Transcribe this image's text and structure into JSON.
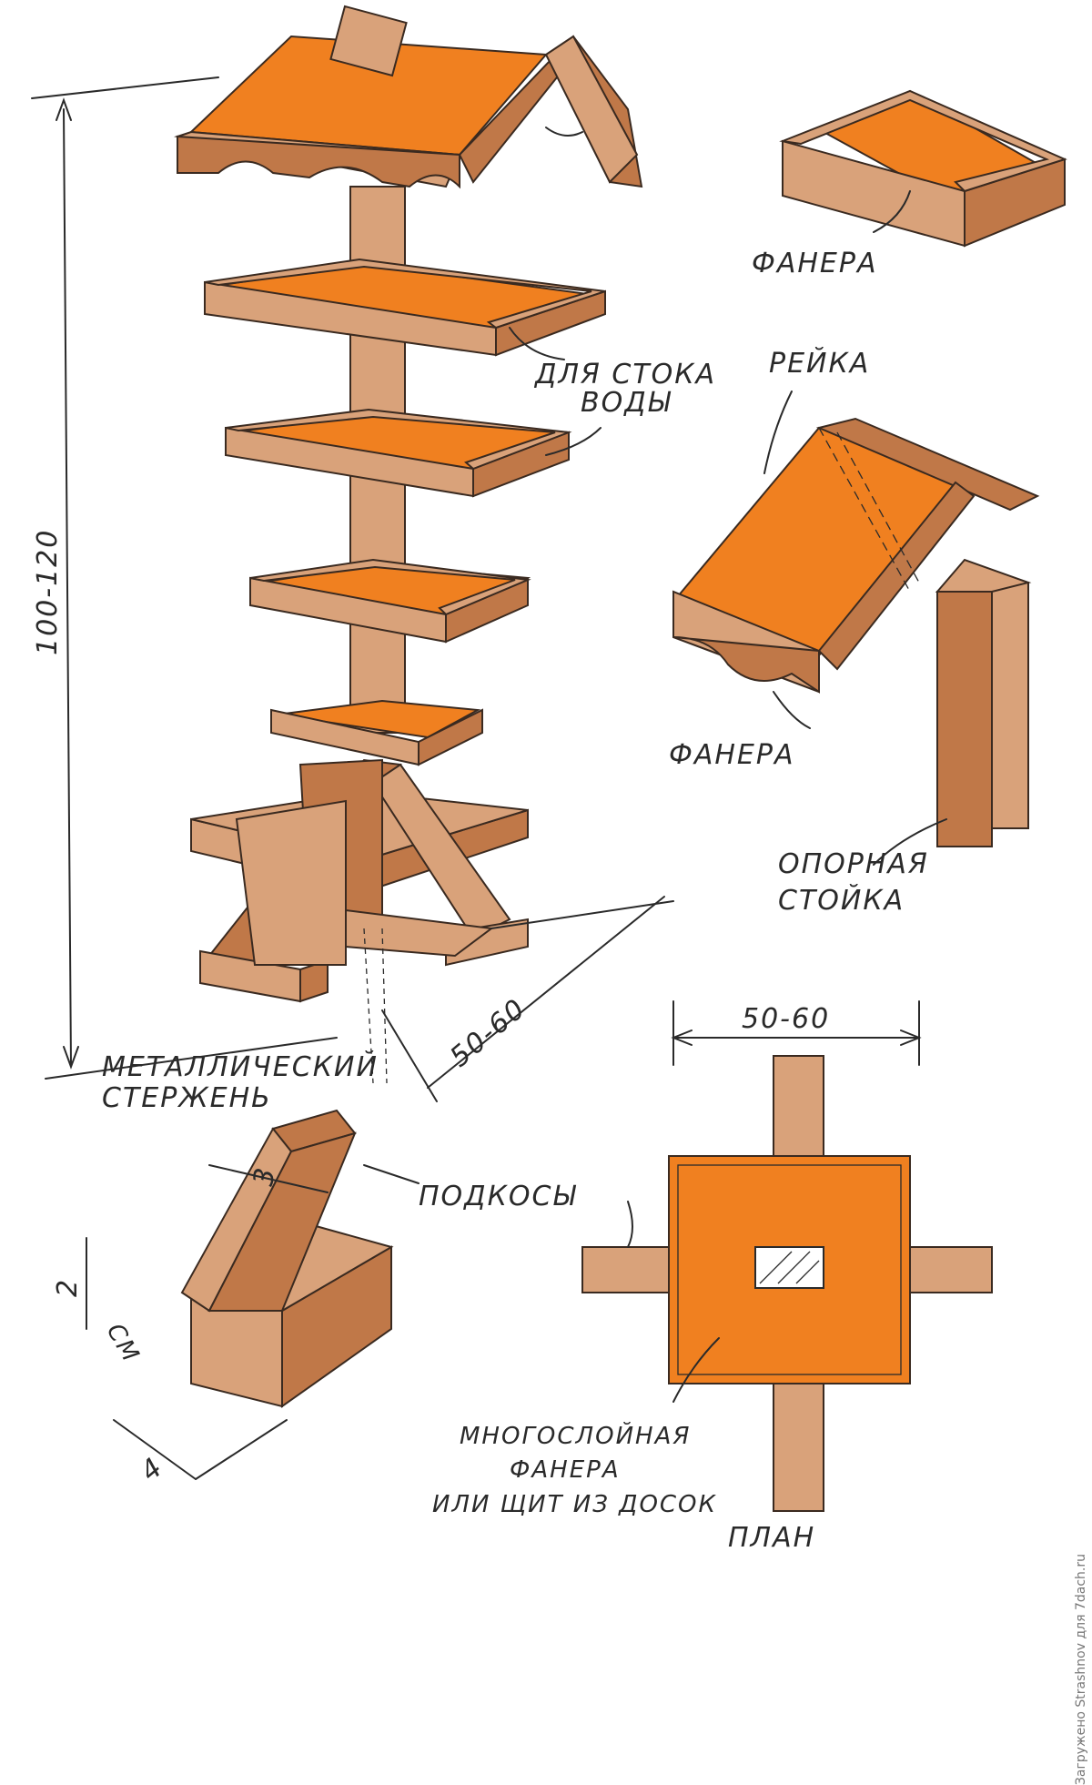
{
  "labels": {
    "plywood_top": "ФАНЕРА",
    "water_drain_1": "ДЛЯ СТОКА",
    "water_drain_2": "ВОДЫ",
    "rail": "РЕЙКА",
    "plywood_roof": "ФАНЕРА",
    "support_post_1": "ОПОРНАЯ",
    "support_post_2": "СТОЙКА",
    "metal_rod_1": "МЕТАЛЛИЧЕСКИЙ",
    "metal_rod_2": "СТЕРЖЕНЬ",
    "braces": "ПОДКОСЫ",
    "multilayer_1": "МНОГОСЛОЙНАЯ",
    "multilayer_2": "ФАНЕРА",
    "multilayer_3": "ИЛИ ЩИТ ИЗ ДОСОК",
    "plan": "ПЛАН"
  },
  "dimensions": {
    "height": "100-120",
    "base_width": "50-60",
    "plan_width": "50-60",
    "joint_width": "4",
    "joint_height": "2",
    "brace_mark": "3",
    "beam_unit": "СМ"
  },
  "watermark": "Загружено Strashnov для 7dach.ru",
  "colors": {
    "wood": "#d9a27a",
    "wood_dark": "#b8643a",
    "plywood": "#f08020",
    "plywood_light": "#f5a040",
    "ink": "#2a2a2a"
  }
}
